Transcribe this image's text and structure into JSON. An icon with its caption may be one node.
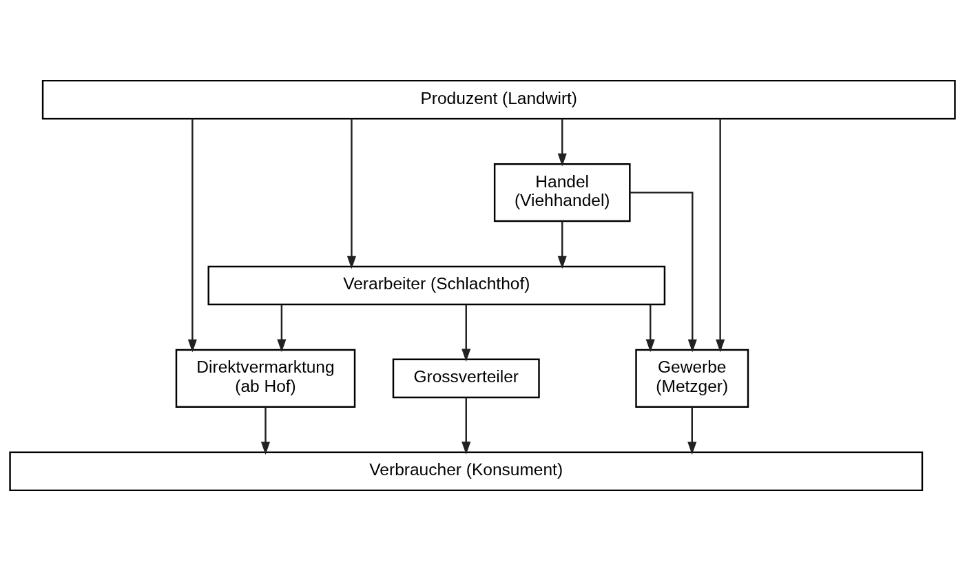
{
  "diagram": {
    "nodes": [
      {
        "text": [
          "Produzent (Landwirt)"
        ]
      },
      {
        "text": [
          "Handel (Viehhandel)"
        ]
      },
      {
        "text": [
          "Verarbeiter (Schlachthof)"
        ]
      },
      {
        "text": [
          "Direktvermarktung (ab Hof)"
        ]
      },
      {
        "text": [
          "Grossverteiler"
        ]
      },
      {
        "text": [
          "Gewerbe (Metzger)"
        ]
      },
      {
        "text": [
          "Verbraucher (Konsument)"
        ]
      }
    ],
    "edges": [
      {
        "from": 0,
        "to": 3,
        "arrow": "to"
      },
      {
        "from": 0,
        "to": 2,
        "arrow": "to"
      },
      {
        "from": 0,
        "to": 1,
        "arrow": "to"
      },
      {
        "from": 0,
        "to": 5,
        "arrow": "to"
      },
      {
        "from": 1,
        "to": 2,
        "arrow": "to"
      },
      {
        "from": 1,
        "to": 5,
        "arrow": "to"
      },
      {
        "from": 2,
        "to": 3,
        "arrow": "to"
      },
      {
        "from": 2,
        "to": 4,
        "arrow": "to"
      },
      {
        "from": 2,
        "to": 5,
        "arrow": "to"
      },
      {
        "from": 3,
        "to": 6,
        "arrow": "to"
      },
      {
        "from": 4,
        "to": 6,
        "arrow": "to"
      },
      {
        "from": 5,
        "to": 6,
        "arrow": "to"
      }
    ]
  }
}
